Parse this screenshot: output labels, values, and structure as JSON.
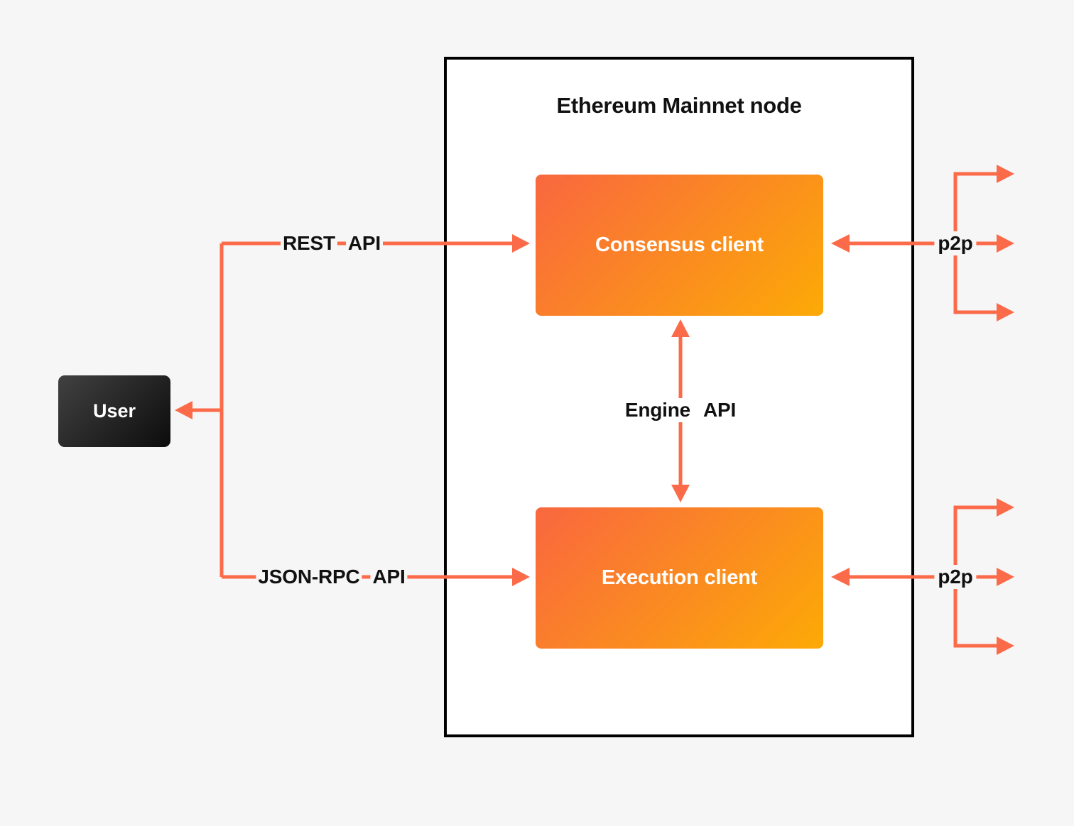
{
  "colors": {
    "page_background": "#f6f6f7",
    "node_fill": "#ffffff",
    "node_border": "#000000",
    "client_gradient_start": "#f9673f",
    "client_gradient_end": "#fcaa06",
    "user_gradient_start": "#414141",
    "user_gradient_end": "#0c0c0c",
    "arrow": "#fb6b4a",
    "label_text": "#111111",
    "box_text": "#ffffff"
  },
  "node": {
    "title": "Ethereum Mainnet node",
    "consensus_client": "Consensus client",
    "execution_client": "Execution client"
  },
  "user": {
    "label": "User"
  },
  "edges": {
    "rest_api": "REST API",
    "json_rpc_api": "JSON-RPC API",
    "engine_api": "Engine API",
    "p2p_consensus": "p2p",
    "p2p_execution": "p2p"
  }
}
